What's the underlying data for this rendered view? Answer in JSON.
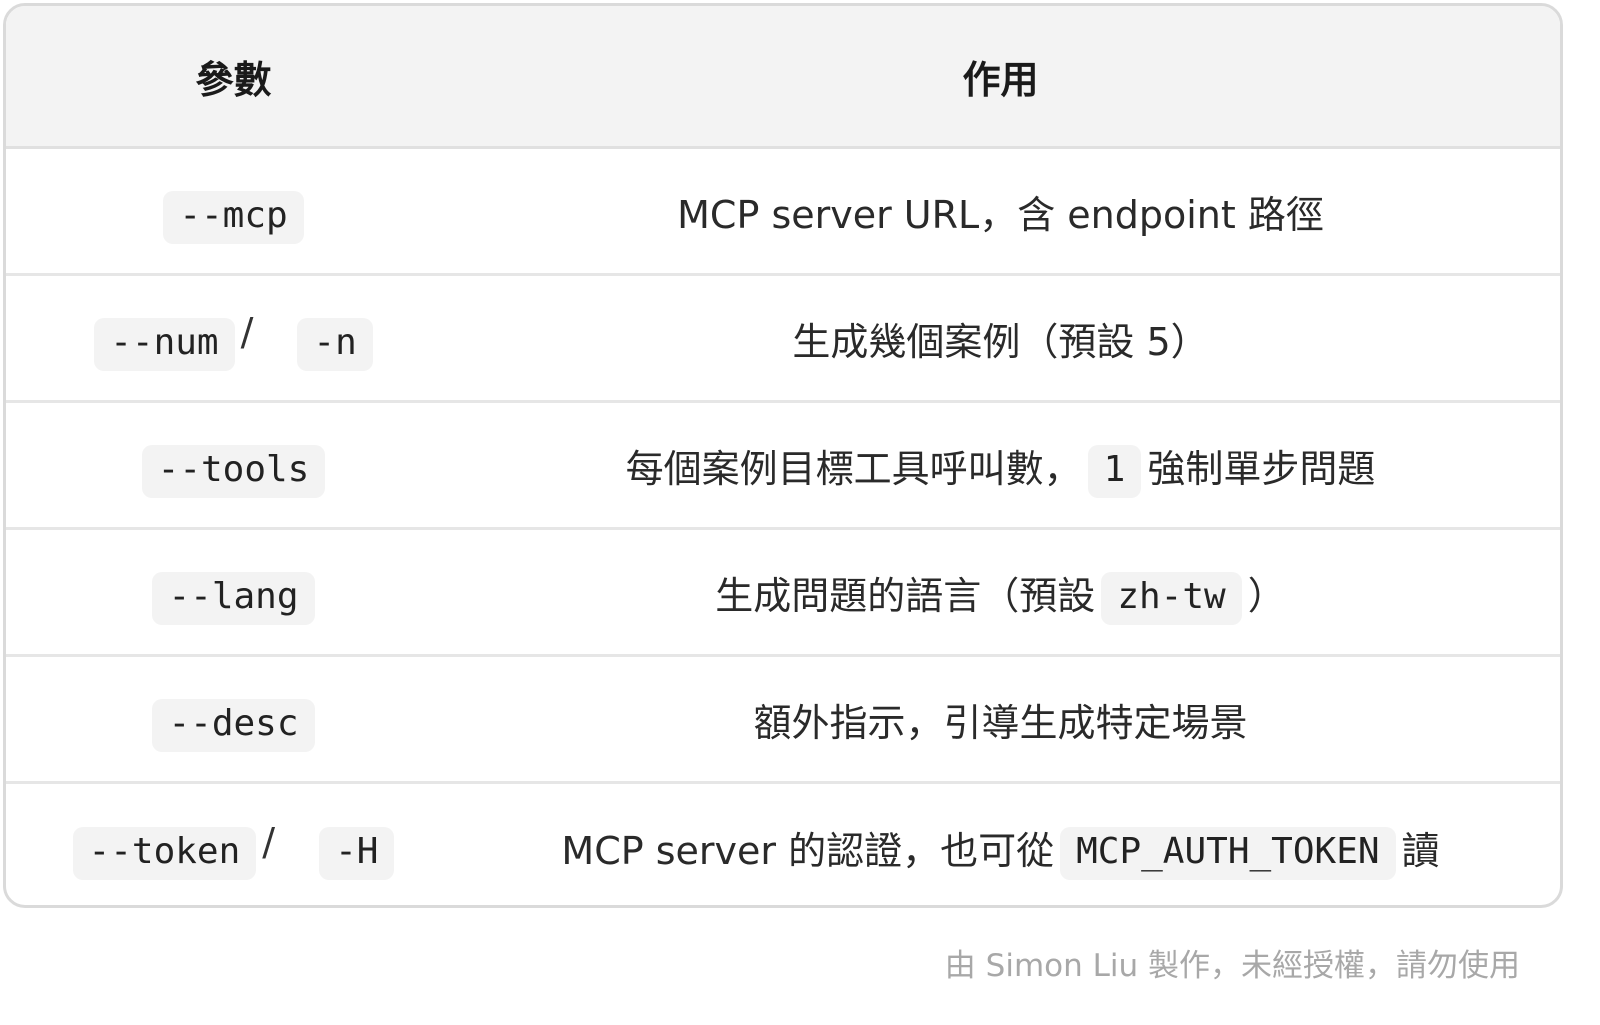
{
  "table": {
    "headers": {
      "param": "參數",
      "desc": "作用"
    },
    "rows": [
      {
        "params": [
          "--mcp"
        ],
        "desc_parts": [
          {
            "type": "text",
            "value": "MCP server URL，含 endpoint 路徑"
          }
        ]
      },
      {
        "params": [
          "--num",
          "-n"
        ],
        "desc_parts": [
          {
            "type": "text",
            "value": "生成幾個案例（預設 5）"
          }
        ]
      },
      {
        "params": [
          "--tools"
        ],
        "desc_parts": [
          {
            "type": "text",
            "value": "每個案例目標工具呼叫數，"
          },
          {
            "type": "code",
            "value": "1"
          },
          {
            "type": "text",
            "value": "強制單步問題"
          }
        ]
      },
      {
        "params": [
          "--lang"
        ],
        "desc_parts": [
          {
            "type": "text",
            "value": "生成問題的語言（預設"
          },
          {
            "type": "code",
            "value": "zh-tw"
          },
          {
            "type": "text",
            "value": "）"
          }
        ]
      },
      {
        "params": [
          "--desc"
        ],
        "desc_parts": [
          {
            "type": "text",
            "value": "額外指示，引導生成特定場景"
          }
        ]
      },
      {
        "params": [
          "--token",
          "-H"
        ],
        "desc_parts": [
          {
            "type": "text",
            "value": "MCP server 的認證，也可從"
          },
          {
            "type": "code",
            "value": "MCP_AUTH_TOKEN"
          },
          {
            "type": "text",
            "value": "讀"
          }
        ]
      }
    ],
    "param_separator": "/"
  },
  "footer": {
    "credit": "由 Simon Liu 製作，未經授權，請勿使用"
  }
}
